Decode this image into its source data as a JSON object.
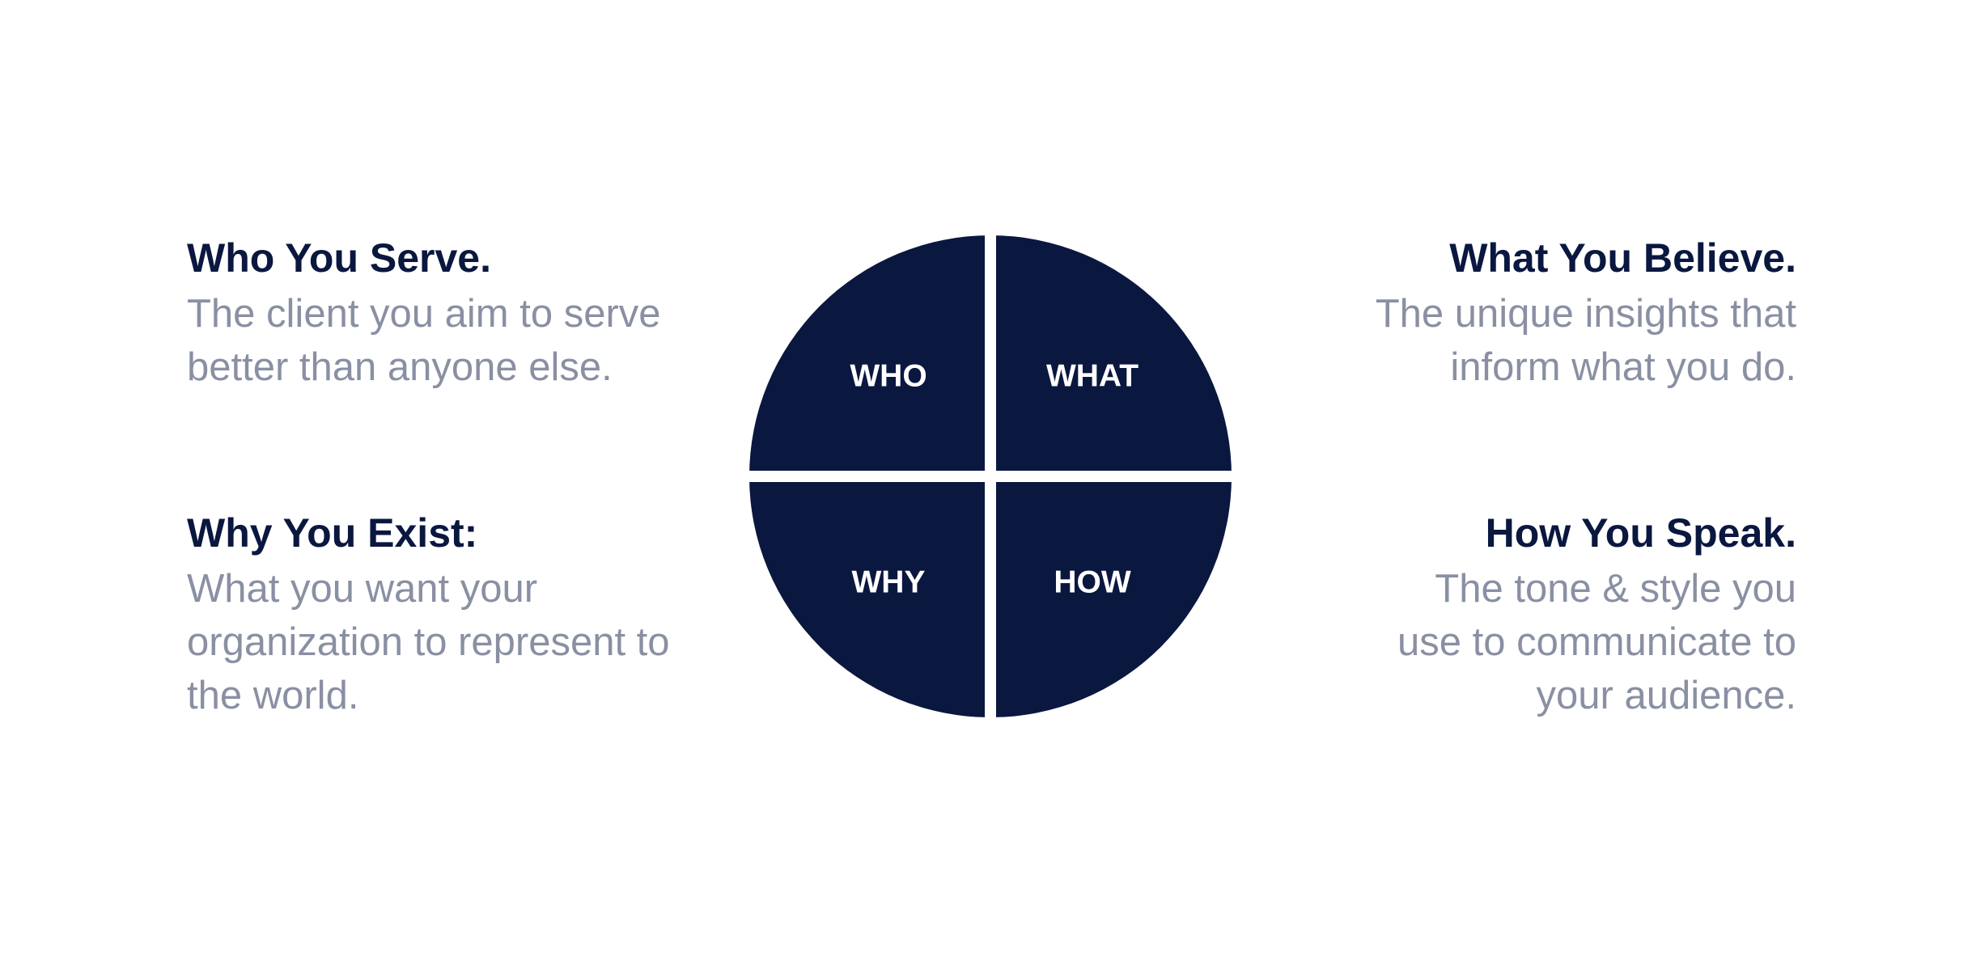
{
  "colors": {
    "quadrant_fill": "#0a173f",
    "divider": "#ffffff",
    "title_text": "#0a173f",
    "description_text": "#8a90a3"
  },
  "quadrants": {
    "who": "WHO",
    "what": "WHAT",
    "why": "WHY",
    "how": "HOW"
  },
  "blocks": {
    "who": {
      "title": "Who You Serve.",
      "lines": [
        "The client you aim to serve",
        "better than anyone else."
      ]
    },
    "what": {
      "title": "What You Believe.",
      "lines": [
        "The unique insights that",
        "inform what you do."
      ]
    },
    "why": {
      "title": "Why You Exist:",
      "lines": [
        "What you want your",
        "organization to represent to",
        "the world."
      ]
    },
    "how": {
      "title": "How You Speak.",
      "lines": [
        "The tone & style you",
        "use to communicate to",
        "your audience."
      ]
    }
  }
}
